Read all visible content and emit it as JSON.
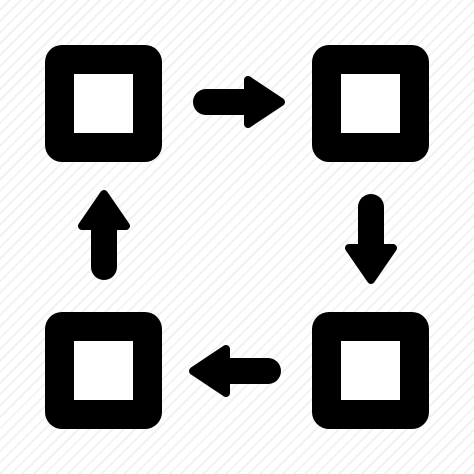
{
  "icon": {
    "name": "cycle-process-icon",
    "color": "#000000",
    "inner_color": "#ffffff",
    "background": {
      "base": "#ffffff",
      "stripe": "#f2f2f2",
      "pattern": "diagonal-stripes"
    },
    "nodes": [
      "top-left",
      "top-right",
      "bottom-right",
      "bottom-left"
    ],
    "arrows": [
      {
        "from": "top-left",
        "to": "top-right",
        "direction": "right"
      },
      {
        "from": "top-right",
        "to": "bottom-right",
        "direction": "down"
      },
      {
        "from": "bottom-right",
        "to": "bottom-left",
        "direction": "left"
      },
      {
        "from": "bottom-left",
        "to": "top-left",
        "direction": "up"
      }
    ]
  }
}
